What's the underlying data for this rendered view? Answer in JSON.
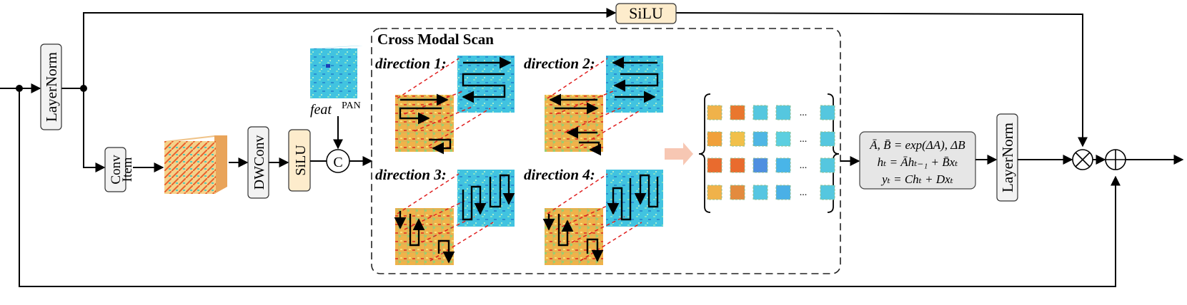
{
  "top_silu_label": "SiLU",
  "layernorm_left_label": "LayerNorm",
  "conv_item_label": [
    "Conv",
    "Item"
  ],
  "dwconv_label": "DWConv",
  "silu_mid_label": "SiLU",
  "concat_label": "C",
  "feat_label": {
    "base": "feat",
    "sup": "PAN"
  },
  "scan_title": "Cross Modal Scan",
  "directions": [
    "direction 1:",
    "direction 2:",
    "direction 3:",
    "direction 4:"
  ],
  "ellipsis": "...",
  "equations": {
    "line1": "Ā, B̄ = exp(ΔA), ΔB",
    "line2": "hₜ = Āhₜ₋₁ + B̄xₜ",
    "line3": "yₜ = Chₜ + Dxₜ"
  },
  "layernorm_right_label": "LayerNorm",
  "colors": {
    "silu_fill": "#fdeccc",
    "box_fill": "#f2f2f2",
    "eq_fill": "#e6e6e6",
    "arrow": "#000000",
    "dashed_red": "#e02020",
    "cyan_map": "#39c6e6",
    "warm_map": "#f2a23a",
    "peach_arrow": "#f7c7b3"
  }
}
